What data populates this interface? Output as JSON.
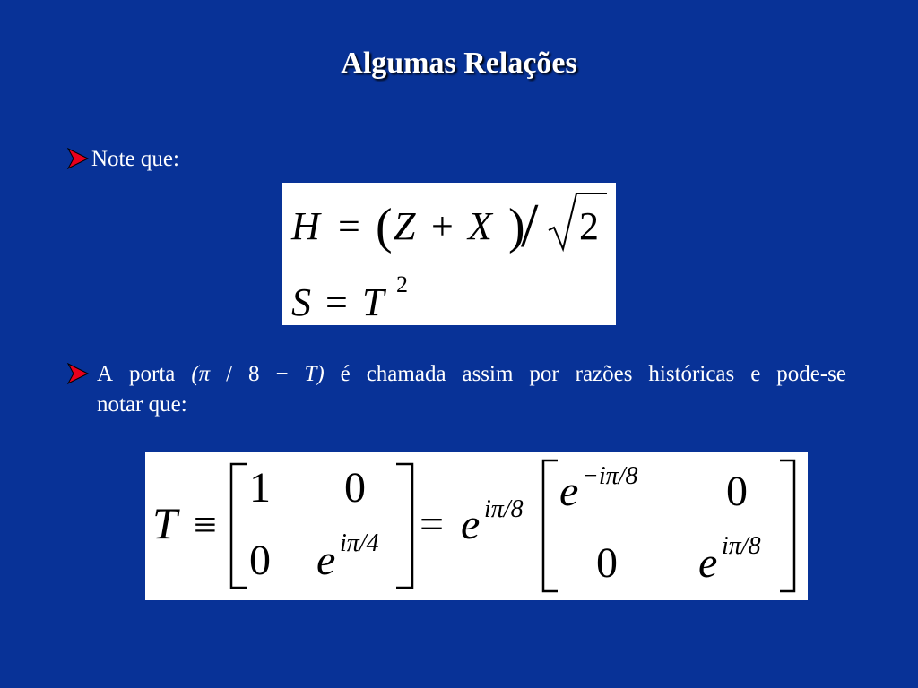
{
  "slide": {
    "title": "Algumas Relações",
    "bullets": [
      {
        "icon": "arrowhead-bullet-icon",
        "text": "Note que:"
      },
      {
        "icon": "arrowhead-bullet-icon",
        "line1_words": [
          "A",
          "porta",
          "(π",
          "/",
          "8",
          "−",
          "T)",
          "é",
          "chamada",
          "assim",
          "por",
          "razões",
          "históricas",
          "e",
          "pode-se"
        ],
        "line2": "notar que:"
      }
    ]
  },
  "formulas": {
    "hadamard": {
      "lhs": "H",
      "eq": "=",
      "open": "(",
      "a": "Z",
      "plus": "+",
      "b": "X",
      "close": ")",
      "slash": "/",
      "radicand": "2"
    },
    "s_gate": {
      "lhs": "S",
      "eq": "=",
      "base": "T",
      "exp": "2"
    },
    "t_gate": {
      "lhs": "T",
      "equiv": "≡",
      "m1": [
        "1",
        "0",
        "0",
        "e",
        "iπ/4"
      ],
      "eq": "=",
      "prefactor_base": "e",
      "prefactor_exp": "iπ/8",
      "m2": [
        "e",
        "−iπ/8",
        "0",
        "0",
        "e",
        "iπ/8"
      ]
    }
  },
  "colors": {
    "background": "#083297",
    "bullet": "#e8001c",
    "text": "#ffffff",
    "box": "#ffffff"
  }
}
